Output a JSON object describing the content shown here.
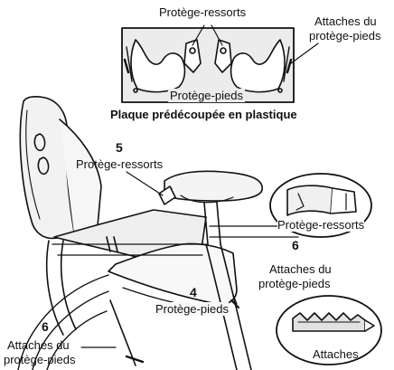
{
  "labels": {
    "spring_guards_top": "Protège-ressorts",
    "foot_guard_straps_top_line1": "Attaches du",
    "foot_guard_straps_top_line2": "protège-pieds",
    "foot_guards_plate": "Protège-pieds",
    "plate_caption": "Plaque prédécoupée en plastique",
    "number_5": "5",
    "spring_guards_seat": "Protège-ressorts",
    "spring_guards_detail": "Protège-ressorts",
    "number_6_right": "6",
    "foot_guard_straps_right_line1": "Attaches du",
    "foot_guard_straps_right_line2": "protège-pieds",
    "number_4": "4",
    "foot_guards_seat": "Protège-pieds",
    "number_6_left": "6",
    "foot_guard_straps_left_line1": "Attaches du",
    "foot_guard_straps_left_line2": "protège-pieds",
    "straps_detail": "Attaches"
  },
  "colors": {
    "ink": "#111111",
    "paper": "#ffffff",
    "shade": "#d9d9d9"
  }
}
